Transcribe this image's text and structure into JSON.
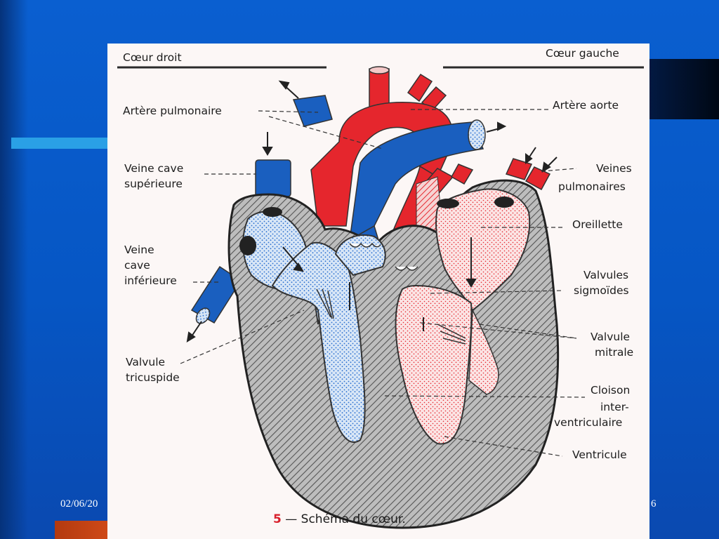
{
  "slide": {
    "date": "02/06/20",
    "page_number": "6"
  },
  "figure": {
    "caption_number": "5",
    "caption_text": "— Schéma du cœur.",
    "colors": {
      "oxygen_poor": "#1a5fbf",
      "oxygen_rich": "#e5262d",
      "muscle": "#8c8c8c",
      "paper": "#fcf7f6"
    },
    "labels": {
      "coeur_droit": "Cœur droit",
      "coeur_gauche": "Cœur gauche",
      "artere_pulmonaire": "Artère pulmonaire",
      "artere_aorte": "Artère aorte",
      "veine_cave_superieure_1": "Veine cave",
      "veine_cave_superieure_2": "supérieure",
      "veines_pulmonaires_1": "Veines",
      "veines_pulmonaires_2": "pulmonaires",
      "oreillette": "Oreillette",
      "veine_cave_inferieure_1": "Veine",
      "veine_cave_inferieure_2": "cave",
      "veine_cave_inferieure_3": "inférieure",
      "valvules_sigmoides_1": "Valvules",
      "valvules_sigmoides_2": "sigmoïdes",
      "valvule_mitrale_1": "Valvule",
      "valvule_mitrale_2": "mitrale",
      "valvule_tricuspide_1": "Valvule",
      "valvule_tricuspide_2": "tricuspide",
      "cloison_1": "Cloison",
      "cloison_2": "inter-",
      "cloison_3": "ventriculaire",
      "ventricule": "Ventricule"
    }
  }
}
